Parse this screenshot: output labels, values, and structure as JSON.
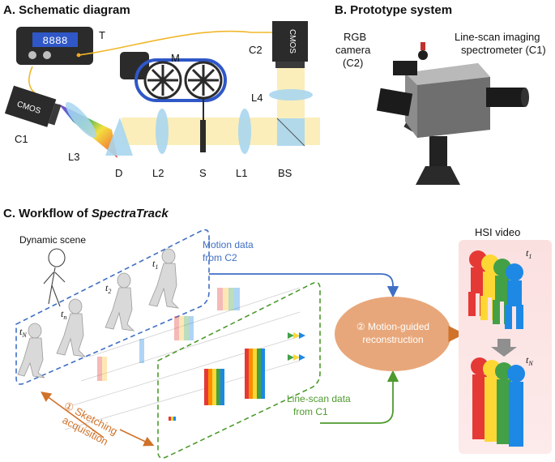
{
  "panel_a": {
    "title": "A. Schematic diagram",
    "display": "8888",
    "labels": {
      "T": "T",
      "M": "M",
      "C2": "C2",
      "C1": "C1",
      "L4": "L4",
      "L3": "L3",
      "D": "D",
      "L2": "L2",
      "S": "S",
      "L1": "L1",
      "BS": "BS"
    },
    "cmos": "CMOS"
  },
  "panel_b": {
    "title": "B. Prototype system",
    "rgb_line1": "RGB",
    "rgb_line2": "camera",
    "rgb_line3": "(C2)",
    "spec_line1": "Line-scan imaging",
    "spec_line2": "spectrometer (C1)"
  },
  "panel_c": {
    "title_prefix": "C. Workflow of ",
    "title_italic": "SpectraTrack",
    "dynamic_scene": "Dynamic scene",
    "motion_line1": "Motion data",
    "motion_line2": "from C2",
    "recon_line1": "② Motion-guided",
    "recon_line2": "reconstruction",
    "linescan_line1": "Line-scan data",
    "linescan_line2": "from C1",
    "sketch_line1": "① Sketching",
    "sketch_line2": "acquisition",
    "hsi_title": "HSI video",
    "t1": "t",
    "t1_sub": "1",
    "t2_sub": "2",
    "tn_sub": "n",
    "tN_sub": "N"
  },
  "colors": {
    "blue": "#3f6fc4",
    "green": "#4e9a2e",
    "orange": "#d0722a",
    "recon_fill": "#e8a77a",
    "hsi_bg": "#fbe3e3",
    "beam": "#fbeebb"
  }
}
